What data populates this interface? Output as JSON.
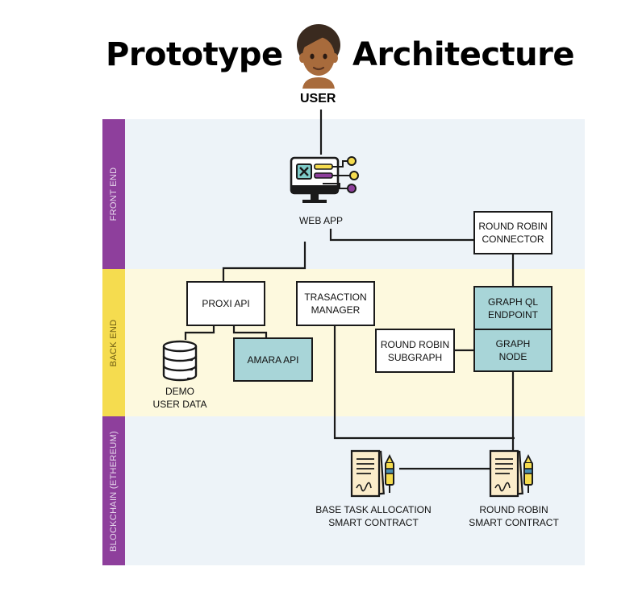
{
  "title": {
    "word1": "Prototype",
    "word2": "Architecture"
  },
  "user": {
    "label": "USER"
  },
  "lanes": {
    "front_end": "FRONT END",
    "back_end": "BACK END",
    "blockchain": "BLOCKCHAIN (ETHEREUM)"
  },
  "nodes": {
    "web_app": "WEB APP",
    "round_robin_connector": "ROUND ROBIN\nCONNECTOR",
    "proxi_api": "PROXI API",
    "transaction_manager": "TRASACTION\nMANAGER",
    "graph_ql_endpoint": "GRAPH QL\nENDPOINT",
    "round_robin_subgraph": "ROUND ROBIN\nSUBGRAPH",
    "graph_node": "GRAPH\nNODE",
    "amara_api": "AMARA API",
    "demo_user_data": "DEMO\nUSER DATA",
    "base_task_contract": "BASE TASK ALLOCATION\nSMART CONTRACT",
    "round_robin_contract": "ROUND ROBIN\nSMART CONTRACT"
  },
  "colors": {
    "purple": "#8e3f9c",
    "yellow": "#f5dc4f",
    "teal": "#a8d5d8",
    "lane_blue": "#edf3f8",
    "lane_yellow": "#fdf9de"
  }
}
